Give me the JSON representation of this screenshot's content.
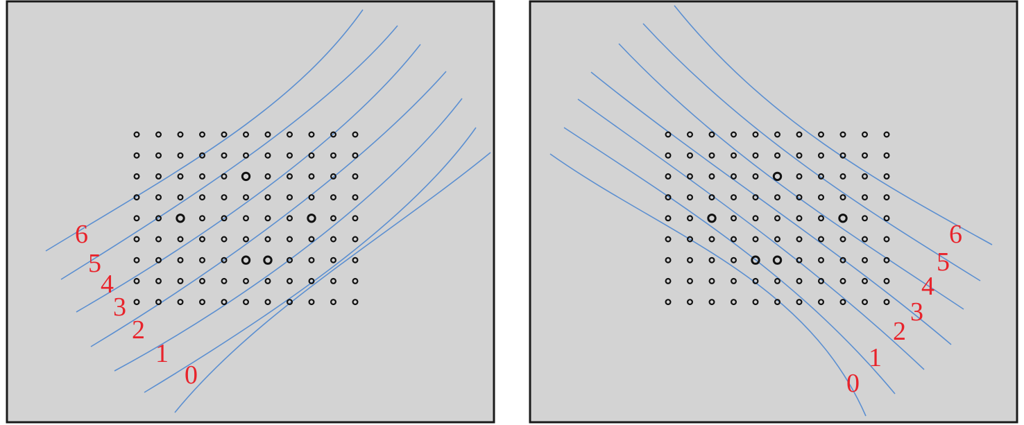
{
  "panels": [
    {
      "id": "left",
      "labels": [
        "6",
        "5",
        "4",
        "3",
        "2",
        "1",
        "0"
      ],
      "grid": {
        "cols": 11,
        "rows": 9
      },
      "highlighted": [
        [
          5,
          2
        ],
        [
          2,
          4
        ],
        [
          8,
          4
        ],
        [
          5,
          6
        ],
        [
          6,
          6
        ]
      ],
      "colors": {
        "background": "#d3d3d3",
        "curve": "#5b8fd1",
        "label": "#e8232b",
        "dot": "#111111"
      }
    },
    {
      "id": "right",
      "labels": [
        "6",
        "5",
        "4",
        "3",
        "2",
        "1",
        "0"
      ],
      "grid": {
        "cols": 11,
        "rows": 9
      },
      "highlighted": [
        [
          5,
          2
        ],
        [
          2,
          4
        ],
        [
          8,
          4
        ],
        [
          4,
          6
        ],
        [
          5,
          6
        ]
      ],
      "colors": {
        "background": "#d3d3d3",
        "curve": "#5b8fd1",
        "label": "#e8232b",
        "dot": "#111111"
      }
    }
  ]
}
